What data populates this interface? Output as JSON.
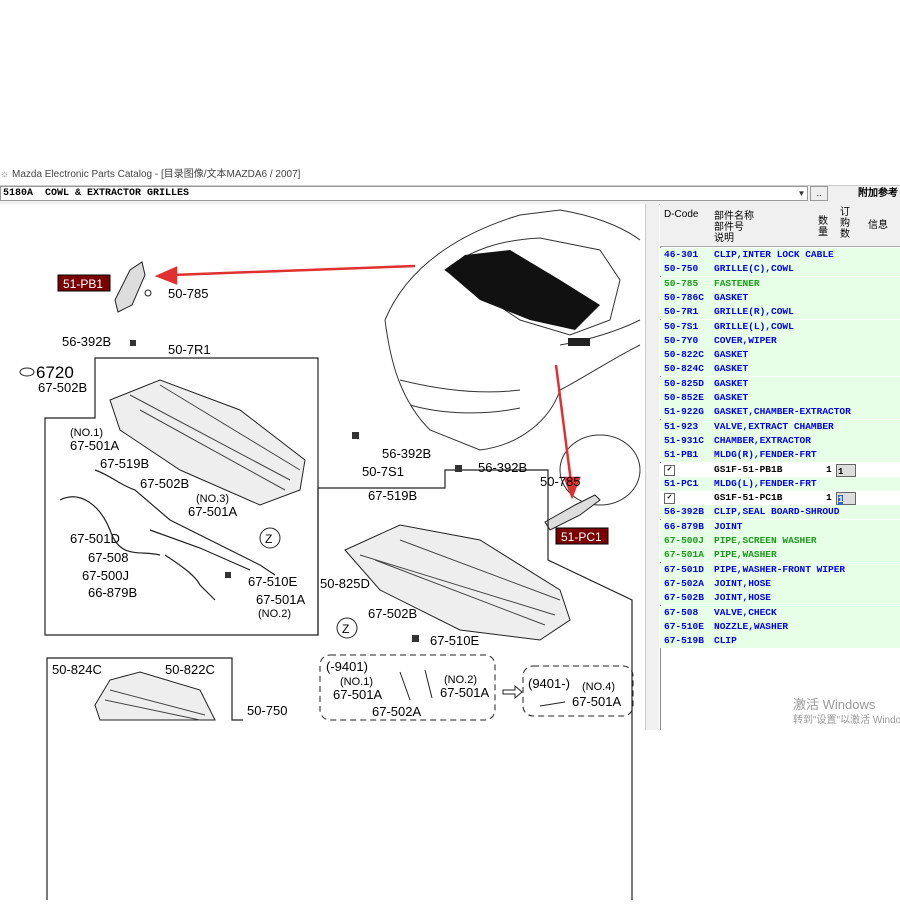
{
  "window": {
    "title": "Mazda Electronic Parts Catalog - [目录图像/文本MAZDA6 / 2007]"
  },
  "toolbar": {
    "section": "5180A  COWL & EXTRACTOR GRILLES",
    "more_label": "..",
    "addinfo_label": "附加参考"
  },
  "list_header": {
    "col_code": "D-Code",
    "col_name_1": "部件名称",
    "col_name_2": "部件号",
    "col_name_3": "说明",
    "col_qty": "数量",
    "col_order": "订购数",
    "col_info": "信息"
  },
  "parts": [
    {
      "code": "46-301",
      "name": "CLIP,INTER LOCK CABLE",
      "color": "blue"
    },
    {
      "code": "50-750",
      "name": "GRILLE(C),COWL",
      "color": "blue"
    },
    {
      "code": "50-785",
      "name": "FASTENER",
      "color": "green"
    },
    {
      "code": "50-786C",
      "name": "GASKET",
      "color": "blue"
    },
    {
      "code": "50-7R1",
      "name": "GRILLE(R),COWL",
      "color": "blue"
    },
    {
      "code": "50-7S1",
      "name": "GRILLE(L),COWL",
      "color": "blue"
    },
    {
      "code": "50-7Y0",
      "name": "COVER,WIPER",
      "color": "blue"
    },
    {
      "code": "50-822C",
      "name": "GASKET",
      "color": "blue"
    },
    {
      "code": "50-824C",
      "name": "GASKET",
      "color": "blue"
    },
    {
      "code": "50-825D",
      "name": "GASKET",
      "color": "blue"
    },
    {
      "code": "50-852E",
      "name": "GASKET",
      "color": "blue"
    },
    {
      "code": "51-922G",
      "name": "GASKET,CHAMBER-EXTRACTOR",
      "color": "blue"
    },
    {
      "code": "51-923",
      "name": "VALVE,EXTRACT CHAMBER",
      "color": "blue"
    },
    {
      "code": "51-931C",
      "name": "CHAMBER,EXTRACTOR",
      "color": "blue"
    },
    {
      "code": "51-PB1",
      "name": "MLDG(R),FENDER-FRT",
      "color": "blue"
    },
    {
      "sub": true,
      "check": "✓",
      "part": "GS1F-51-PB1B",
      "qty": "1",
      "order": "1"
    },
    {
      "code": "51-PC1",
      "name": "MLDG(L),FENDER-FRT",
      "color": "blue"
    },
    {
      "sub": true,
      "check": "✓",
      "part": "GS1F-51-PC1B",
      "qty": "1",
      "order": "1",
      "selected": true
    },
    {
      "code": "56-392B",
      "name": "CLIP,SEAL BOARD-SHROUD",
      "color": "blue"
    },
    {
      "code": "66-879B",
      "name": "JOINT",
      "color": "blue"
    },
    {
      "code": "67-500J",
      "name": "PIPE,SCREEN WASHER",
      "color": "green"
    },
    {
      "code": "67-501A",
      "name": "PIPE,WASHER",
      "color": "green"
    },
    {
      "code": "67-501D",
      "name": "PIPE,WASHER-FRONT WIPER",
      "color": "blue"
    },
    {
      "code": "67-502A",
      "name": "JOINT,HOSE",
      "color": "blue"
    },
    {
      "code": "67-502B",
      "name": "JOINT,HOSE",
      "color": "blue"
    },
    {
      "code": "67-508",
      "name": "VALVE,CHECK",
      "color": "blue"
    },
    {
      "code": "67-510E",
      "name": "NOZZLE,WASHER",
      "color": "blue"
    },
    {
      "code": "67-519B",
      "name": "CLIP",
      "color": "blue"
    }
  ],
  "diagram_labels": {
    "pb1": "51-PB1",
    "pc1": "51-PC1",
    "l50785a": "50-785",
    "l50785b": "50-785",
    "l56392a": "56-392B",
    "l56392b": "56-392B",
    "l56392c": "56-392B",
    "l507r1": "50-7R1",
    "l507s1": "50-7S1",
    "l6720": "6720",
    "l67502b_a": "67-502B",
    "l_no1a": "(NO.1)",
    "l67501a_a": "67-501A",
    "l67519b_a": "67-519B",
    "l67502b_b": "67-502B",
    "l_no3": "(NO.3)",
    "l67501a_b": "67-501A",
    "l67501d": "67-501D",
    "l67508": "67-508",
    "l67500j": "67-500J",
    "l66879b": "66-879B",
    "l67510e_a": "67-510E",
    "l67501a_c": "67-501A",
    "l_no2a": "(NO.2)",
    "z": "Z",
    "l67519b_b": "67-519B",
    "l50825d": "50-825D",
    "l67502b_c": "67-502B",
    "l67510e_b": "67-510E",
    "l9401a": "(-9401)",
    "l_no1b": "(NO.1)",
    "l67501a_d": "67-501A",
    "l_no2b": "(NO.2)",
    "l67501a_e": "67-501A",
    "l67502a": "67-502A",
    "l9401b": "(9401-)",
    "l_no4": "(NO.4)",
    "l67501a_f": "67-501A",
    "l50824c": "50-824C",
    "l50822c": "50-822C",
    "l50750": "50-750"
  },
  "watermark": {
    "line1": "激活 Windows",
    "line2": "转到\"设置\"以激活 Windows"
  },
  "colors": {
    "accent_red": "#e03030",
    "label_bg": "#8b0000",
    "row_bg": "#e6ffe6",
    "blue_text": "#0000ee",
    "green_text": "#1a9a1a"
  }
}
